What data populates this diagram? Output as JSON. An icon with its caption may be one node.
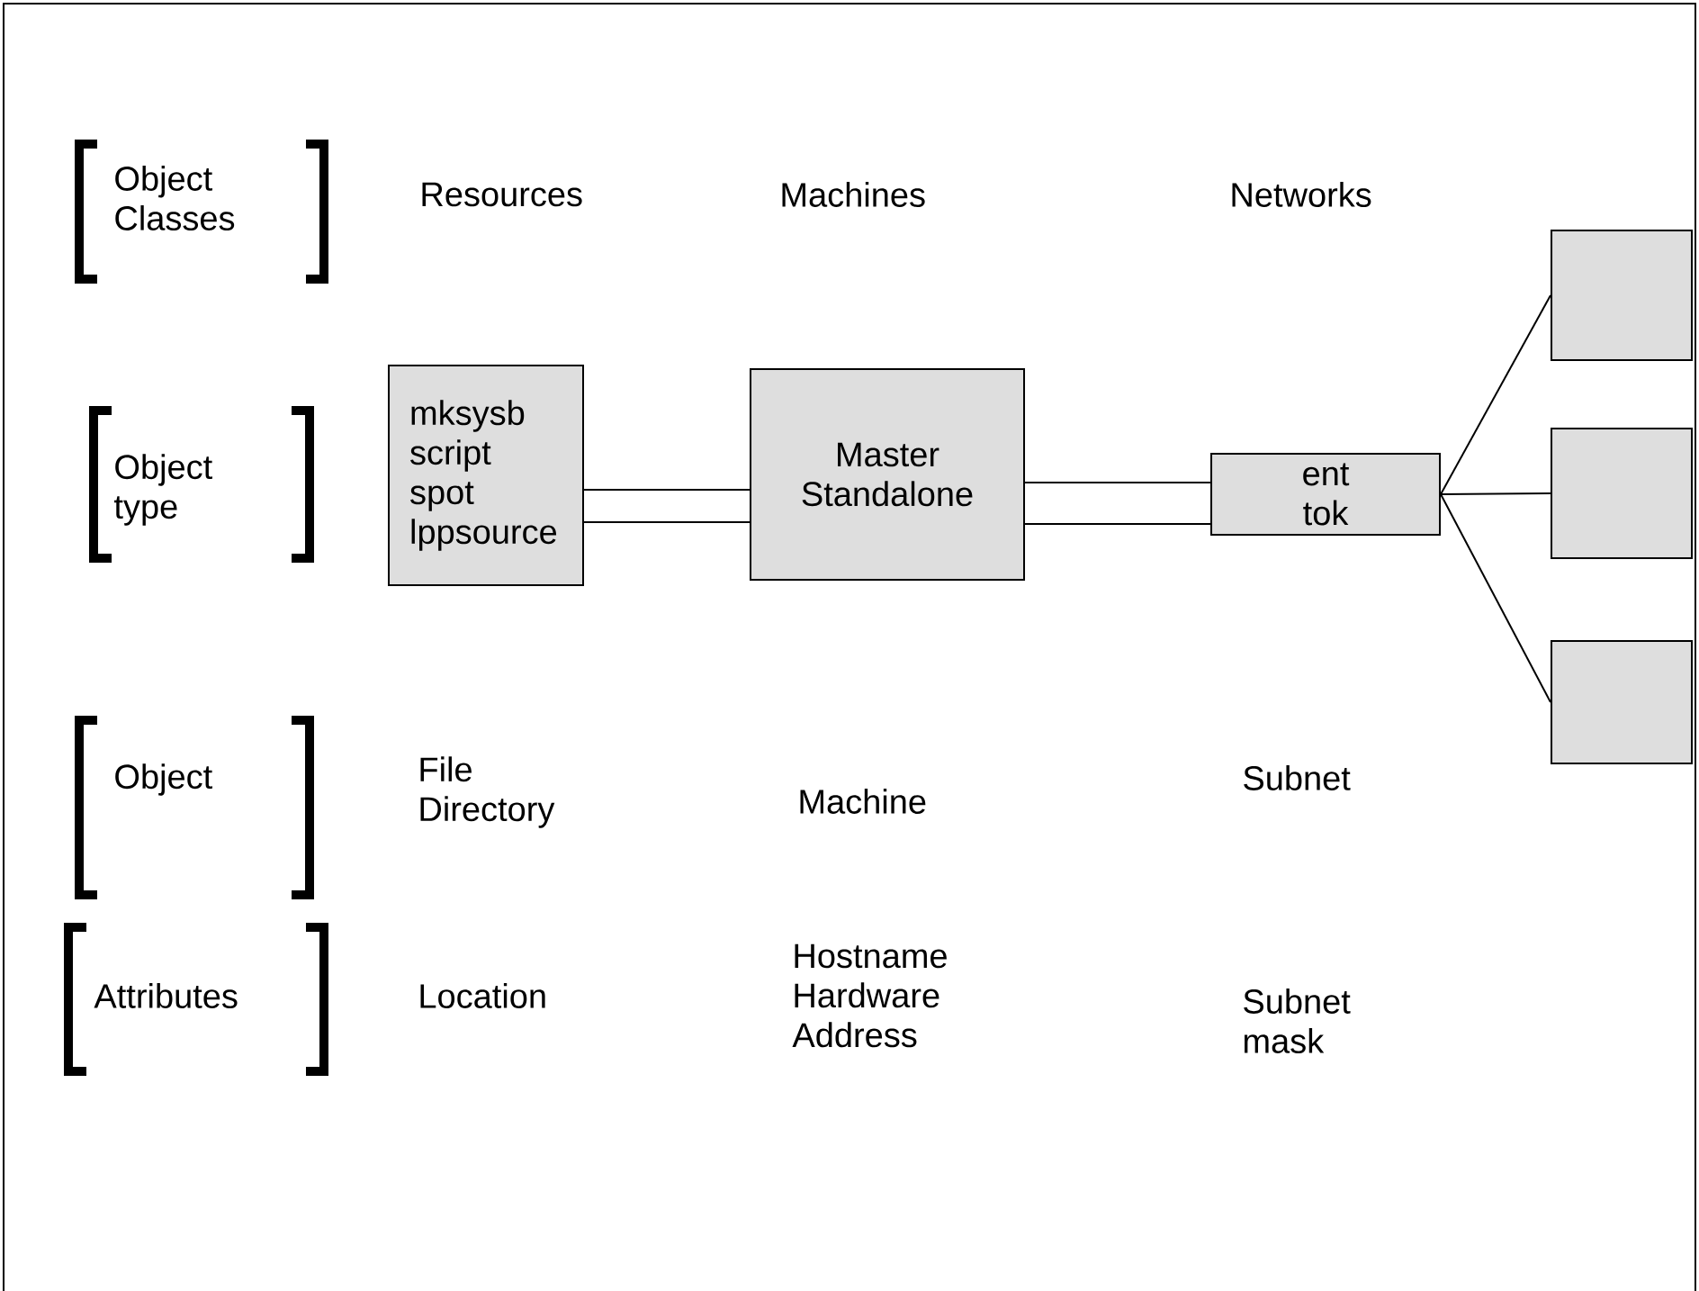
{
  "diagram": {
    "nodes": [
      {
        "text": [
          "mksysb script spot lppsource"
        ]
      },
      {
        "text": [
          "Master Standalone"
        ]
      },
      {
        "text": [
          "ent tok"
        ]
      },
      {
        "text": [],
        "shape": "box"
      },
      {
        "text": [],
        "shape": "box"
      },
      {
        "text": [],
        "shape": "box"
      }
    ],
    "edges": [
      {
        "from": 0,
        "to": 1,
        "arrow": "none"
      },
      {
        "from": 0,
        "to": 1,
        "arrow": "none"
      },
      {
        "from": 1,
        "to": 2,
        "arrow": "none"
      },
      {
        "from": 1,
        "to": 2,
        "arrow": "none"
      },
      {
        "from": 2,
        "to": 3,
        "arrow": "none"
      },
      {
        "from": 2,
        "to": 4,
        "arrow": "none"
      },
      {
        "from": 2,
        "to": 5,
        "arrow": "none"
      }
    ],
    "labels": [
      "Object Classes",
      "Resources",
      "Machines",
      "Networks",
      "Object type",
      "Object",
      "File Directory",
      "Machine",
      "Subnet",
      "Attributes",
      "Location",
      "Hostname Hardware Address",
      "Subnet mask"
    ]
  }
}
